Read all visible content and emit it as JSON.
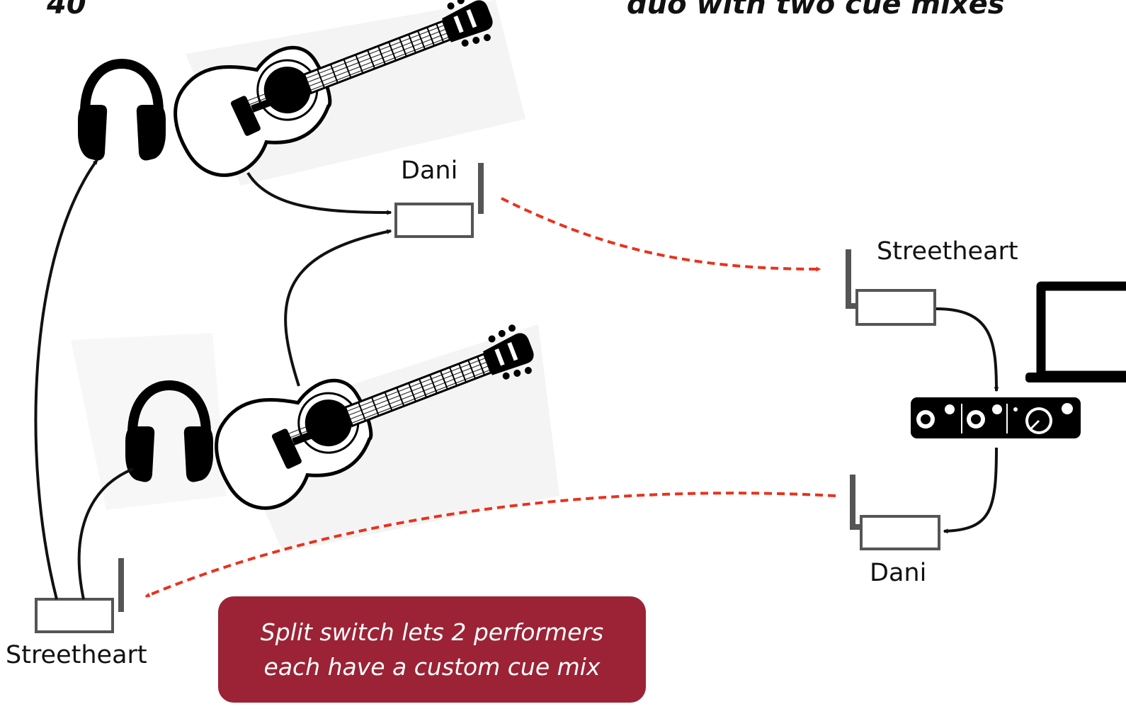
{
  "heading": {
    "left_fragment": "40",
    "right_fragment": "duo with two cue mixes"
  },
  "labels": {
    "dani_transmitter": "Dani",
    "streetheart_receiver": "Streetheart",
    "dani_receiver": "Dani",
    "streetheart_transmitter": "Streetheart"
  },
  "callout": {
    "line1": "Split switch lets 2 performers",
    "line2": "each have a custom cue mix"
  },
  "colors": {
    "wireless_link": "#e8321e",
    "callout_bg": "#9b2335",
    "device_outline": "#555555",
    "cable": "#111111"
  },
  "icons": [
    "headphones-icon",
    "acoustic-guitar-icon",
    "wireless-transmitter-icon",
    "audio-interface-icon",
    "laptop-icon"
  ]
}
